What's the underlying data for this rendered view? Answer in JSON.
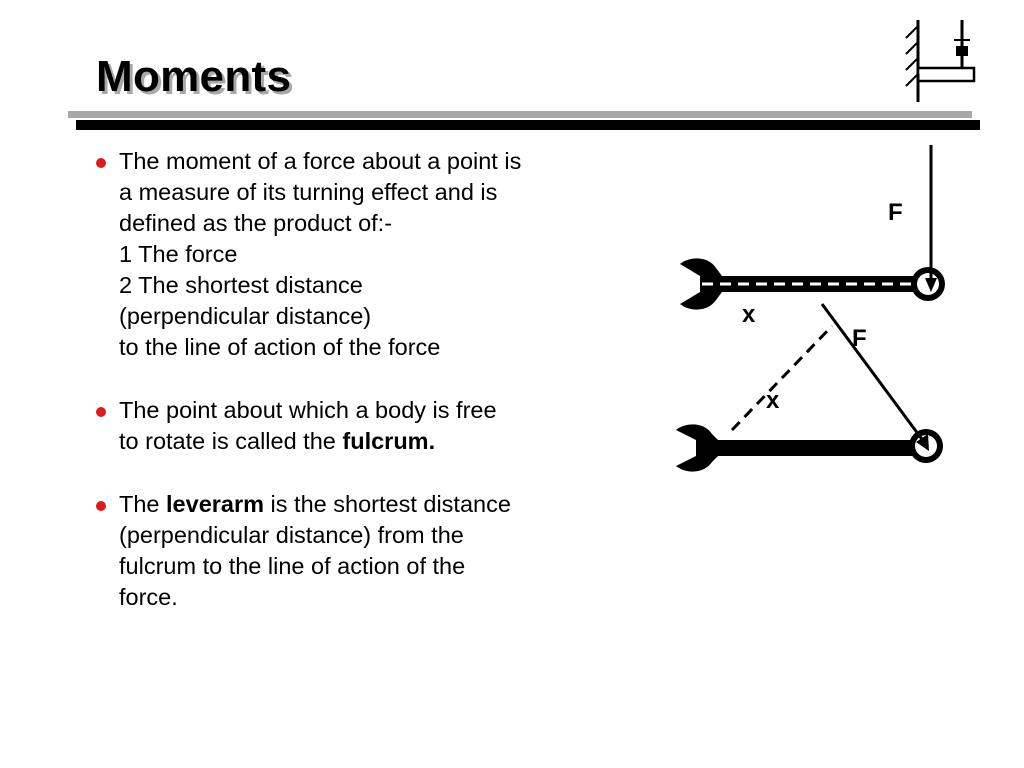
{
  "slide": {
    "title": "Moments",
    "bullets": [
      {
        "lines": [
          "The moment of a force about a point is",
          "a measure of its turning effect and is",
          "defined as the product of:-",
          "1  The force",
          "2  The shortest distance",
          "(perpendicular distance)",
          "to the line of action of the force"
        ]
      },
      {
        "line1": "The point about which a  body is free",
        "line2_pre": "to rotate is called the ",
        "line2_bold": "fulcrum."
      },
      {
        "line1_pre": "The ",
        "line1_bold": "leverarm",
        "line1_post": " is the shortest distance",
        "lines_rest": [
          "(perpendicular distance) from the",
          "fulcrum to the line of action of the",
          "force."
        ]
      }
    ],
    "colors": {
      "bullet": "#d81e1e",
      "rule_gray": "#a8a8a8",
      "rule_black": "#000000",
      "title_shadow": "#a9a9a9"
    }
  },
  "diagram": {
    "label_force_top": "F",
    "label_x_top": "x",
    "label_force_lower": "F",
    "label_x_lower": "x"
  },
  "logo": {
    "icon": "wall-bracket-spanner-icon"
  }
}
